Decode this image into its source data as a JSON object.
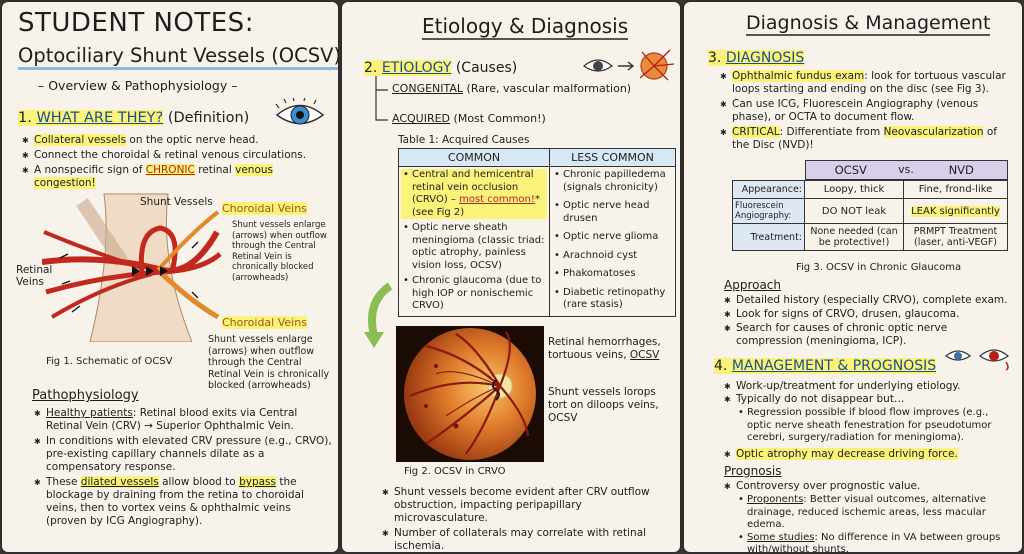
{
  "card1": {
    "title": "STUDENT NOTES:",
    "subtitle": "Optociliary Shunt Vessels (OCSV)",
    "subheader": "– Overview & Pathophysiology –",
    "s1": {
      "num": "1.",
      "title": "WHAT ARE THEY?",
      "tail": "(Definition)"
    },
    "def": [
      {
        "hl": "Collateral vessels",
        "rest": " on the optic nerve head."
      },
      {
        "text": "Connect the choroidal & retinal venous circulations."
      },
      {
        "pre": "A nonspecific sign of ",
        "hl": "CHRONIC",
        "mid": " retinal ",
        "hl2": "venous congestion!"
      }
    ],
    "fig1": {
      "shunt": "Shunt Vessels",
      "choroidal_top": "Choroidal Veins",
      "retinal": "Retinal\nVeins",
      "note1": "Shunt vessels enlarge (arrows) when outflow through the Central Retinal Vein is chronically blocked (arrowheads)",
      "choroidal_bottom": "Choroidal Veins",
      "note2": "Shunt vessels enlarge (arrows) when outflow through the Central Retinal Vein is chronically blocked (arrowheads)",
      "caption": "Fig 1. Schematic of OCSV"
    },
    "patho": {
      "title": "Pathophysiology",
      "b1": {
        "u": "Healthy patients",
        "rest": ": Retinal blood exits via Central Retinal Vein (CRV) → Superior Ophthalmic Vein."
      },
      "b2": "In conditions with elevated CRV pressure (e.g., CRVO), pre-existing capillary channels dilate as a compensatory response.",
      "b3": {
        "pre": "These ",
        "hl": "dilated vessels",
        "mid": " allow blood to ",
        "hl2": "bypass",
        "rest": " the blockage by draining from the retina to choroidal veins, then to vortex veins & ophthalmic veins (proven by ICG Angiography)."
      }
    }
  },
  "card2": {
    "title": "Etiology & Diagnosis",
    "s2": {
      "num": "2.",
      "title": "ETIOLOGY",
      "tail": "(Causes)"
    },
    "congenital": {
      "label": "CONGENITAL",
      "desc": "(Rare, vascular malformation)"
    },
    "acquired": {
      "label": "ACQUIRED",
      "desc": "(Most Common!)"
    },
    "table_title": "Table 1: Acquired Causes",
    "table_headers": [
      "COMMON",
      "LESS COMMON"
    ],
    "common": [
      {
        "text": "Central and hemicentral retinal vein occlusion (CRVO) – ",
        "red": "most common!",
        "tail": "* (see Fig 2)",
        "hl": true
      },
      {
        "text": "Optic nerve sheath meningioma (classic triad: optic atrophy, painless vision loss, OCSV)"
      },
      {
        "text": "Chronic glaucoma (due to high IOP or nonischemic CRVO)"
      }
    ],
    "less_common": [
      "Chronic papilledema (signals chronicity)",
      "Optic nerve head drusen",
      "Optic nerve glioma",
      "Arachnoid cyst",
      "Phakomatoses",
      "Diabetic retinopathy (rare stasis)"
    ],
    "fig2": {
      "label1": "Retinal hemorrhages, tortuous veins, ",
      "label1_u": "OCSV",
      "label2": "Shunt vessels lorops tort on diloops veins, OCSV",
      "caption": "Fig 2. OCSV in CRVO"
    },
    "bullets": [
      "Shunt vessels become evident after CRV outflow obstruction, impacting peripapillary microvasculature.",
      "Number of collaterals may correlate with retinal ischemia."
    ]
  },
  "card3": {
    "title": "Diagnosis & Management",
    "s3": {
      "num": "3.",
      "title": "DIAGNOSIS"
    },
    "diag": [
      {
        "hl": "Ophthalmic fundus exam",
        "rest": ": look for tortuous vascular loops starting and ending on the disc (see Fig 3)."
      },
      {
        "text": "Can use ICG, Fluorescein Angiography (venous phase), or OCTA to document flow."
      },
      {
        "hl": "CRITICAL",
        "mid": ": Differentiate from ",
        "hl2": "Neovascularization",
        "rest": " of the Disc (NVD)!"
      }
    ],
    "cmp": {
      "h1": "OCSV",
      "vs": "vs.",
      "h2": "NVD",
      "rows": [
        {
          "label": "Appearance:",
          "a": "Loopy, thick",
          "b": "Fine, frond-like"
        },
        {
          "label": "Fluorescein Angiography:",
          "a": "DO NOT leak",
          "b": "LEAK significantly"
        },
        {
          "label": "Treatment:",
          "a": "None needed (can be protective!)",
          "b": "PRMPT Treatment (laser, anti-VEGF)"
        }
      ],
      "caption": "Fig 3. OCSV in Chronic Glaucoma"
    },
    "approach": {
      "title": "Approach",
      "items": [
        "Detailed history (especially CRVO), complete exam.",
        "Look for signs of CRVO, drusen, glaucoma.",
        "Search for causes of chronic optic nerve compression (meningioma, ICP)."
      ]
    },
    "s4": {
      "num": "4.",
      "title": "MANAGEMENT & PROGNOSIS"
    },
    "mgmt": {
      "b1": "Work-up/treatment for underlying etiology.",
      "b2": "Typically do not disappear but…",
      "sub": "Regression possible if blood flow improves (e.g., optic nerve sheath fenestration for pseudotumor cerebri, surgery/radiation for meningioma).",
      "b3": "Optic atrophy may decrease driving force."
    },
    "prognosis": {
      "title": "Prognosis",
      "b1": "Controversy over prognostic value.",
      "p1": {
        "u": "Proponents",
        "rest": ": Better visual outcomes, alternative drainage, reduced ischemic areas, less macular edema."
      },
      "p2": {
        "u": "Some studies",
        "rest": ": No difference in VA between groups with/without shunts."
      }
    }
  }
}
